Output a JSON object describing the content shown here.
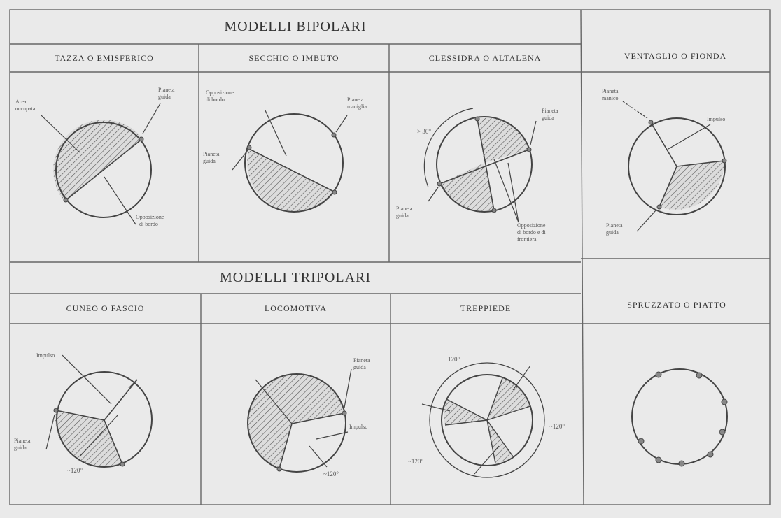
{
  "sections": {
    "bipolar": "MODELLI BIPOLARI",
    "tripolar": "MODELLI TRIPOLARI"
  },
  "panels": {
    "tazza": {
      "title": "TAZZA O EMISFERICO",
      "labels": [
        "Area",
        "occupata",
        "Pianeta",
        "guida",
        "Opposizione",
        "di bordo"
      ]
    },
    "secchio": {
      "title": "SECCHIO O IMBUTO",
      "labels": [
        "Opposizione",
        "di bordo",
        "Pianeta",
        "maniglia",
        "Pianeta",
        "guida"
      ]
    },
    "clessidra": {
      "title": "CLESSIDRA O ALTALENA",
      "labels": [
        "Pianeta",
        "guida",
        "Pianeta",
        "guida",
        "Opposizione",
        "di bordo e di",
        "frontiera"
      ],
      "angle": "> 30°"
    },
    "ventaglio": {
      "title": "VENTAGLIO O FIONDA",
      "labels": [
        "Pianeta",
        "manico",
        "Impulso",
        "Pianeta",
        "guida"
      ]
    },
    "cuneo": {
      "title": "CUNEO O FASCIO",
      "labels": [
        "Impulso",
        "Pianeta",
        "guida"
      ],
      "angle": "~120°"
    },
    "locomotiva": {
      "title": "LOCOMOTIVA",
      "labels": [
        "Pianeta",
        "guida",
        "Impulso"
      ],
      "angle": "~120°"
    },
    "treppiede": {
      "title": "TREPPIEDE",
      "angles": [
        "120°",
        "~120°",
        "~120°"
      ]
    },
    "spruzzato": {
      "title": "SPRUZZATO O PIATTO"
    }
  }
}
